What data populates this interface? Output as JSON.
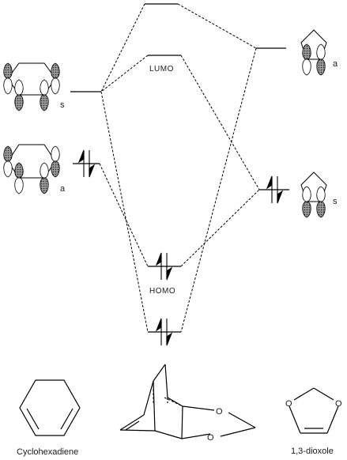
{
  "diagram": {
    "level_labels": {
      "lumo": "LUMO",
      "homo": "HOMO"
    },
    "symmetry_labels": {
      "diene_upper": "s",
      "diene_lower": "a",
      "dioxole_upper": "a",
      "dioxole_lower": "s"
    },
    "molecule_labels": {
      "left": "Cyclohexadiene",
      "right": "1,3-dioxole"
    },
    "ring_atoms": {
      "bicyclic_top": "O",
      "bicyclic_bottom": "O",
      "dioxole_left": "O",
      "dioxole_right": "O"
    }
  }
}
